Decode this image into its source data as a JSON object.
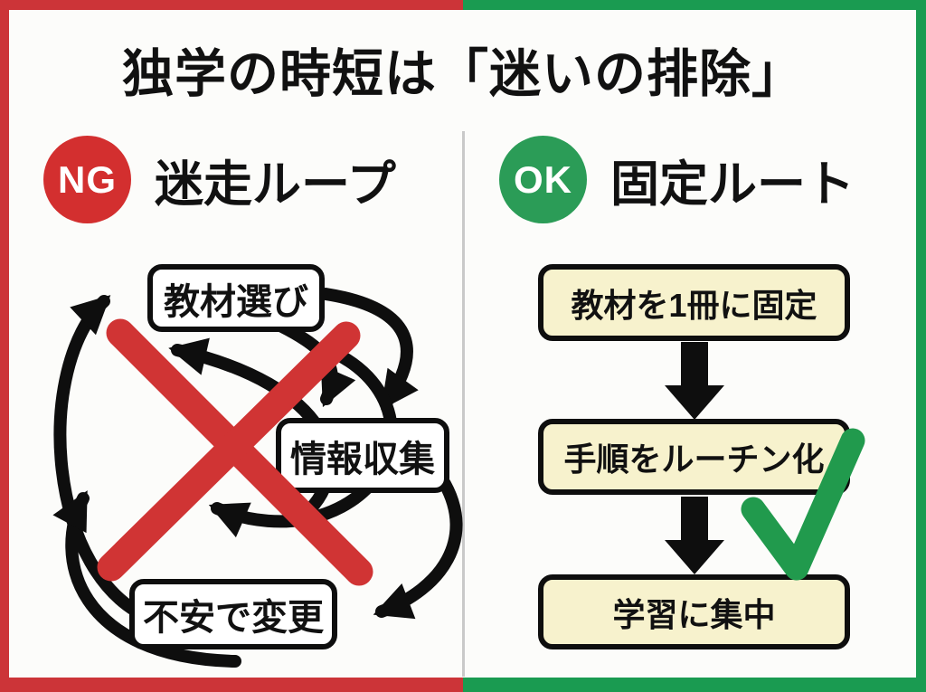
{
  "title": "独学の時短は「迷いの排除」",
  "frame": {
    "left_color": "#cc3438",
    "right_color": "#1a9b51"
  },
  "divider_color": "#c9c9c9",
  "left_panel": {
    "badge_label": "NG",
    "badge_color": "#d32f2f",
    "heading": "迷走ループ",
    "nodes": [
      "教材選び",
      "情報収集",
      "不安で変更"
    ],
    "node_fill": "#ffffff",
    "cross_color": "#d03434",
    "arrow_color": "#0e0e0e"
  },
  "right_panel": {
    "badge_label": "OK",
    "badge_color": "#2b9c57",
    "heading": "固定ルート",
    "steps": [
      "教材を1冊に固定",
      "手順をルーチン化",
      "学習に集中"
    ],
    "step_fill": "#f7f2cd",
    "check_color": "#219a4d",
    "arrow_color": "#0e0e0e"
  }
}
